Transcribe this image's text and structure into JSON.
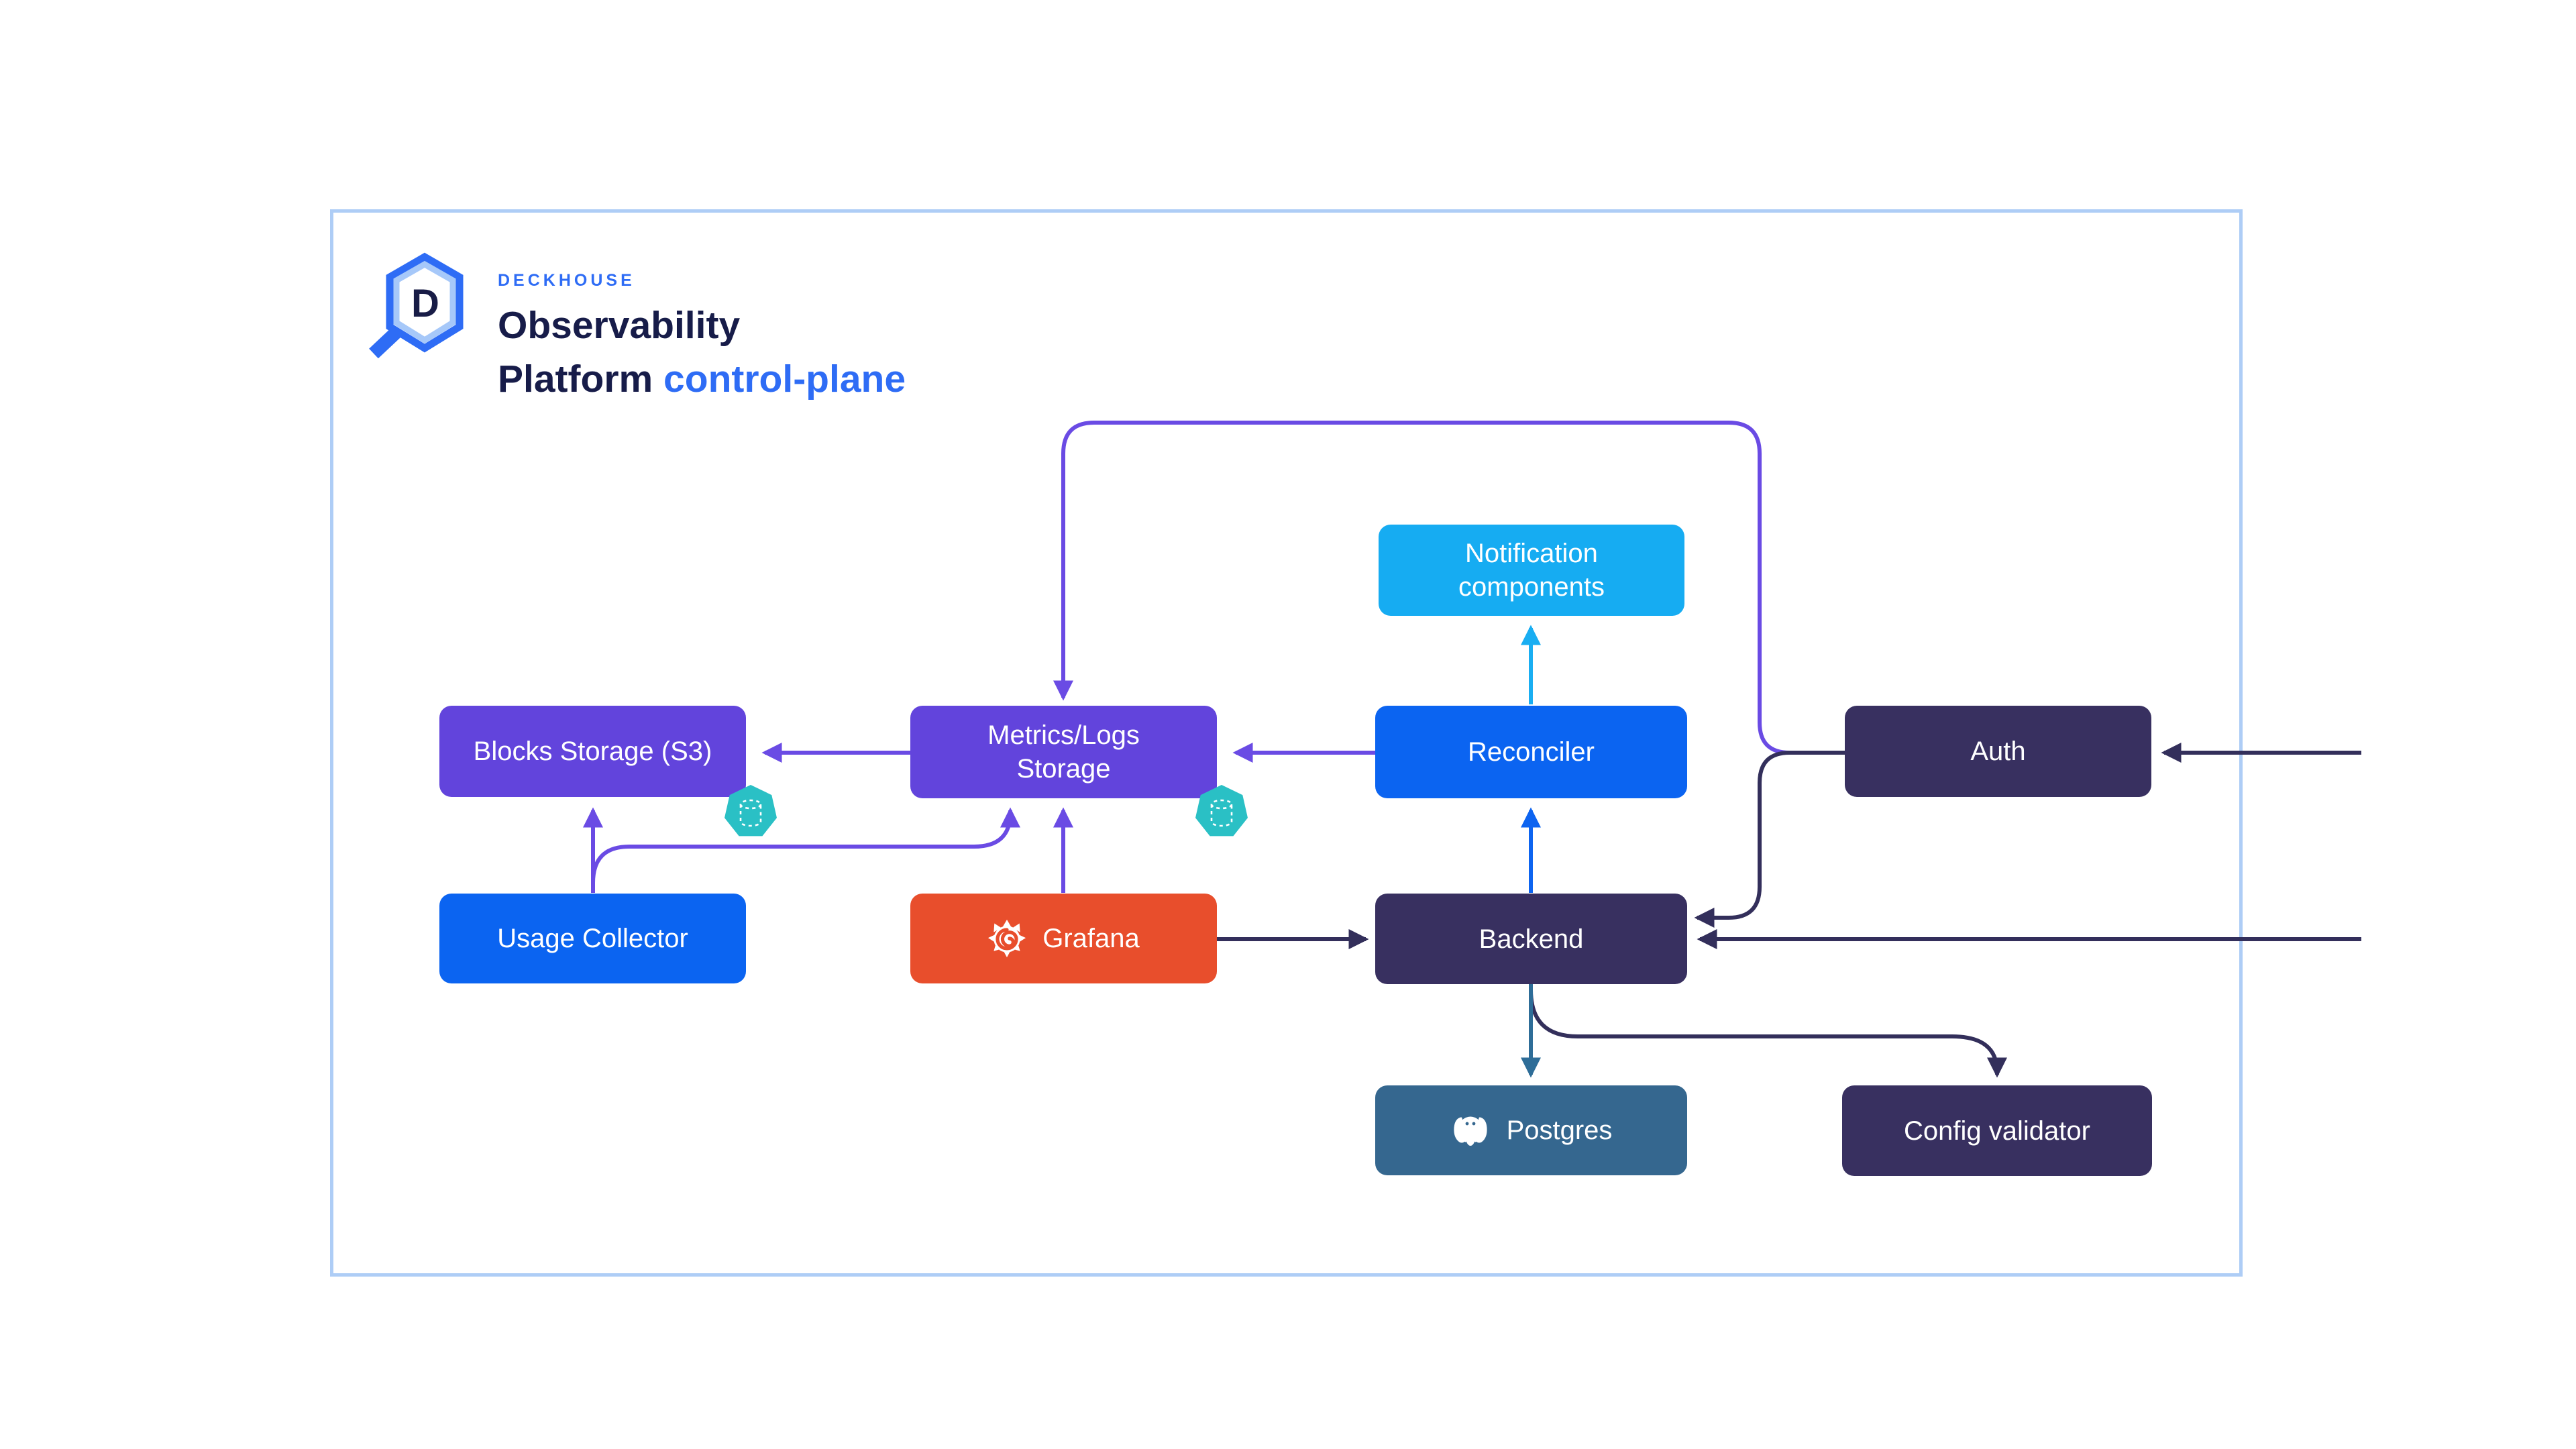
{
  "header": {
    "brand": "DECKHOUSE",
    "title_line1": "Observability",
    "title_line2": "Platform",
    "title_suffix": "control-plane"
  },
  "nodes": {
    "blocks_storage": {
      "label": "Blocks Storage (S3)",
      "color": "#6244DC"
    },
    "metrics_logs_storage": {
      "label": "Metrics/Logs\nStorage",
      "color": "#6244DC"
    },
    "notification_components": {
      "label": "Notification\ncomponents",
      "color": "#16ACF2"
    },
    "reconciler": {
      "label": "Reconciler",
      "color": "#0B64F1"
    },
    "auth": {
      "label": "Auth",
      "color": "#383060"
    },
    "usage_collector": {
      "label": "Usage Collector",
      "color": "#0B64F1"
    },
    "grafana": {
      "label": "Grafana",
      "color": "#E84E2C"
    },
    "backend": {
      "label": "Backend",
      "color": "#383060"
    },
    "postgres": {
      "label": "Postgres",
      "color": "#35678F"
    },
    "config_validator": {
      "label": "Config validator",
      "color": "#383060"
    }
  },
  "icons": {
    "logo": "deckhouse-hexagon-magnifier-icon",
    "grafana": "grafana-flame-spiral-icon",
    "postgres": "postgres-elephant-icon",
    "storage_badge": "teal-heptagon-database-icon"
  },
  "edges": [
    {
      "from": "usage_collector",
      "to": "blocks_storage",
      "color": "#6A4BE4"
    },
    {
      "from": "usage_collector",
      "to": "metrics_logs_storage",
      "color": "#6A4BE4"
    },
    {
      "from": "grafana",
      "to": "metrics_logs_storage",
      "color": "#6A4BE4"
    },
    {
      "from": "metrics_logs_storage",
      "to": "blocks_storage",
      "color": "#6A4BE4"
    },
    {
      "from": "reconciler",
      "to": "metrics_logs_storage",
      "color": "#6A4BE4"
    },
    {
      "from": "auth",
      "to": "metrics_logs_storage",
      "color": "#6A4BE4"
    },
    {
      "from": "reconciler",
      "to": "notification_components",
      "color": "#19AEF2"
    },
    {
      "from": "backend",
      "to": "reconciler",
      "color": "#0D64F0"
    },
    {
      "from": "grafana",
      "to": "backend",
      "color": "#332F5B"
    },
    {
      "from": "auth",
      "to": "backend",
      "color": "#332F5B"
    },
    {
      "from": "external_right",
      "to": "auth",
      "color": "#332F5B"
    },
    {
      "from": "external_right",
      "to": "backend",
      "color": "#332F5B"
    },
    {
      "from": "backend",
      "to": "postgres",
      "color": "#2E6D98"
    },
    {
      "from": "backend",
      "to": "config_validator",
      "color": "#332F5B"
    }
  ],
  "colors": {
    "frame_border": "#AECDF6",
    "purple_box": "#6244DC",
    "purple_line": "#6A4BE4",
    "blue_box": "#0B64F1",
    "light_blue_box": "#16ACF2",
    "dark_box": "#383060",
    "dark_line": "#332F5B",
    "steel_box": "#35678F",
    "steel_line": "#2E6D98",
    "orange_box": "#E84E2C",
    "cyan_line": "#19AEF2",
    "blue_line": "#0D64F0",
    "teal_badge": "#2AC0C5",
    "brand_blue": "#2E6CF5",
    "title_navy": "#171C49"
  }
}
